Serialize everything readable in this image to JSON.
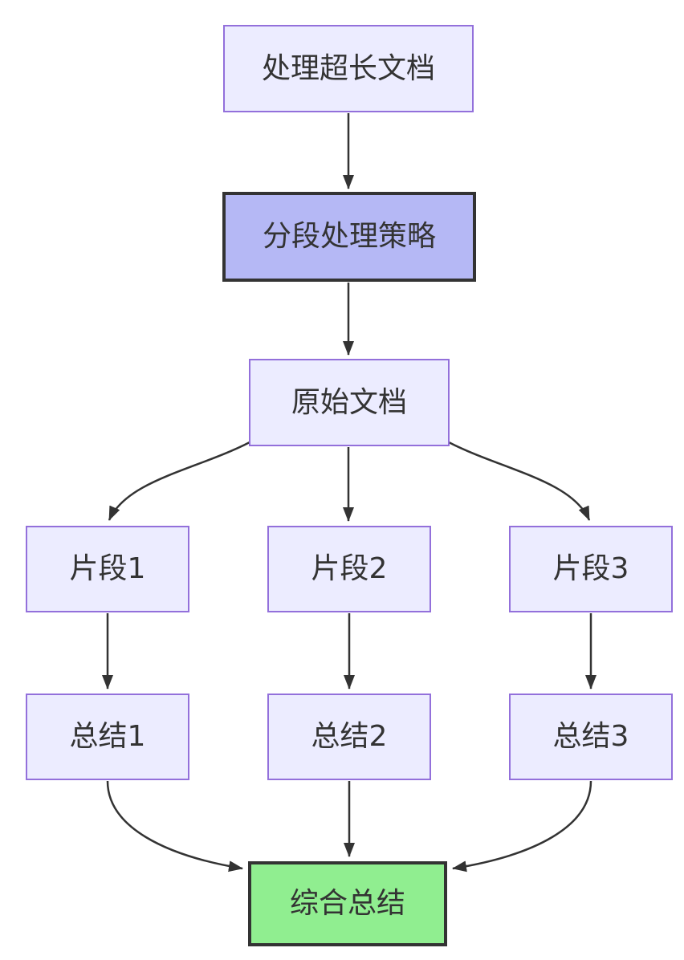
{
  "diagram": {
    "type": "flowchart",
    "direction": "top-down",
    "nodes": [
      {
        "id": "A",
        "label": "处理超长文档",
        "style": "default"
      },
      {
        "id": "B",
        "label": "分段处理策略",
        "style": "highlight"
      },
      {
        "id": "C",
        "label": "原始文档",
        "style": "default"
      },
      {
        "id": "D1",
        "label": "片段1",
        "style": "default"
      },
      {
        "id": "D2",
        "label": "片段2",
        "style": "default"
      },
      {
        "id": "D3",
        "label": "片段3",
        "style": "default"
      },
      {
        "id": "E1",
        "label": "总结1",
        "style": "default"
      },
      {
        "id": "E2",
        "label": "总结2",
        "style": "default"
      },
      {
        "id": "E3",
        "label": "总结3",
        "style": "default"
      },
      {
        "id": "F",
        "label": "综合总结",
        "style": "success"
      }
    ],
    "edges": [
      {
        "from": "A",
        "to": "B",
        "shape": "straight"
      },
      {
        "from": "B",
        "to": "C",
        "shape": "straight"
      },
      {
        "from": "C",
        "to": "D1",
        "shape": "curve"
      },
      {
        "from": "C",
        "to": "D2",
        "shape": "straight"
      },
      {
        "from": "C",
        "to": "D3",
        "shape": "curve"
      },
      {
        "from": "D1",
        "to": "E1",
        "shape": "straight"
      },
      {
        "from": "D2",
        "to": "E2",
        "shape": "straight"
      },
      {
        "from": "D3",
        "to": "E3",
        "shape": "straight"
      },
      {
        "from": "E1",
        "to": "F",
        "shape": "curve"
      },
      {
        "from": "E2",
        "to": "F",
        "shape": "straight"
      },
      {
        "from": "E3",
        "to": "F",
        "shape": "curve"
      }
    ],
    "colors": {
      "background": "#ffffff",
      "node_fill": "#ECECFF",
      "node_border": "#9370DB",
      "highlight_fill": "#b5b8f5",
      "highlight_border": "#333333",
      "success_fill": "#90EE90",
      "success_border": "#333333",
      "edge_stroke": "#333333",
      "text": "#333333"
    }
  }
}
